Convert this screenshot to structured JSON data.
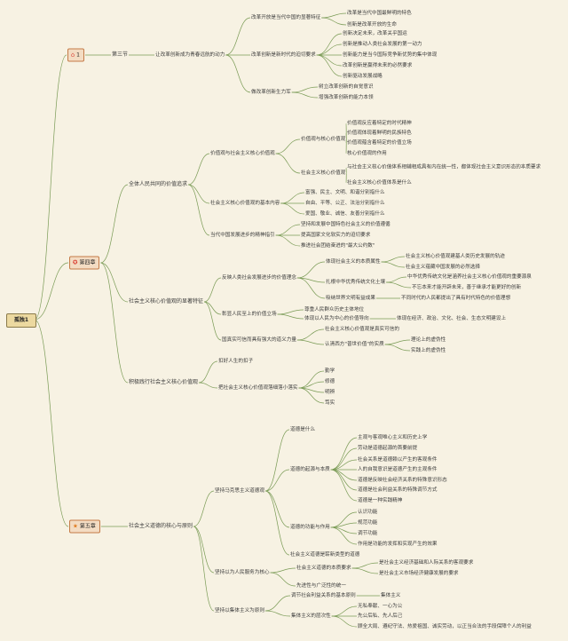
{
  "root": "孤独1",
  "branches": [
    {
      "label": "1",
      "icon": "⌂",
      "icon_name": "home-icon",
      "children": [
        {
          "label": "第三节",
          "children": [
            {
              "label": "让改革创新成为青春远航的动力",
              "children": [
                {
                  "label": "改革开放是当代中国的显著特征",
                  "children": [
                    {
                      "label": "改革是当代中国最鲜明的特色"
                    },
                    {
                      "label": "创新是改革开放的生命"
                    }
                  ]
                },
                {
                  "label": "改革创新是新时代的迫切要求",
                  "children": [
                    {
                      "label": "创新决定未来，改革关乎国运"
                    },
                    {
                      "label": "创新是推动人类社会发展的第一动力"
                    },
                    {
                      "label": "创新能力是当今国际竞争新优势的集中体现"
                    },
                    {
                      "label": "改革创新是赢得未来的必然要求"
                    },
                    {
                      "label": "创新驱动发展战略"
                    }
                  ]
                },
                {
                  "label": "做改革创新生力军",
                  "children": [
                    {
                      "label": "树立改革创新的自觉意识"
                    },
                    {
                      "label": "增强改革创新的能力本领"
                    }
                  ]
                }
              ]
            }
          ]
        }
      ]
    },
    {
      "label": "第四章",
      "icon": "✪",
      "icon_name": "chapter-badge-icon",
      "children": [
        {
          "label": "全体人民共同的价值追求",
          "children": [
            {
              "label": "价值观与社会主义核心价值观",
              "children": [
                {
                  "label": "价值观与核心价值观",
                  "children": [
                    {
                      "label": "价值观反应着特定的时代精神"
                    },
                    {
                      "label": "价值观体现着鲜明的民族特色"
                    },
                    {
                      "label": "价值观蕴含着特定的价值立场"
                    },
                    {
                      "label": "核心价值观的作用"
                    }
                  ]
                },
                {
                  "label": "社会主义核心价值观",
                  "children": [
                    {
                      "label": "与社会主义核心价值体系相辅相成具有内在统一性，都体现社会主义意识形态的本质要求",
                      "multi": true
                    },
                    {
                      "label": "社会主义核心价值体系是什么"
                    }
                  ]
                }
              ]
            },
            {
              "label": "社会主义核心价值观的基本内容",
              "children": [
                {
                  "label": "富强、民主、文明、和谐分别指什么"
                },
                {
                  "label": "自由、平等、公正、法治分别指什么"
                },
                {
                  "label": "爱国、敬业、诚信、友善分别指什么"
                }
              ]
            },
            {
              "label": "当代中国发展进步的精神指引",
              "children": [
                {
                  "label": "坚持和发展中国特色社会主义的价值遵循"
                },
                {
                  "label": "提高国家文化软实力的迫切要求"
                },
                {
                  "label": "推进社会团结奋进的\"最大公约数\""
                }
              ]
            }
          ]
        },
        {
          "label": "社会主义核心价值观的显著特征",
          "children": [
            {
              "label": "反映人类社会发展进步的价值理念",
              "children": [
                {
                  "label": "体现社会主义的本质属性",
                  "children": [
                    {
                      "label": "社会主义核心价值观建基人类历史发展的轨迹"
                    },
                    {
                      "label": "社会主义蕴藏中国发展的必然选择"
                    }
                  ]
                },
                {
                  "label": "扎根中华优秀传统文化土壤",
                  "children": [
                    {
                      "label": "中华优秀传统文化是涵养社会主义核心价值观的重要源泉"
                    },
                    {
                      "label": "不忘本来才能开辟未来，善于继承才能更好的创新"
                    }
                  ]
                },
                {
                  "label": "吸纳世界文明有益成果",
                  "children": [
                    {
                      "label": "不同时代的人民都提出了具有时代特色的价值理想"
                    }
                  ]
                }
              ]
            },
            {
              "label": "彰显人民至上的价值立场",
              "children": [
                {
                  "label": "尊重人民群众历史主体地位"
                },
                {
                  "label": "体现以人民为中心的价值导向",
                  "children": [
                    {
                      "label": "体现在经济、政治、文化、社会、生态文明建设上"
                    }
                  ]
                }
              ]
            },
            {
              "label": "国真实可信而具有强大的道义力量",
              "children": [
                {
                  "label": "社会主义核心价值观是真实可信的"
                },
                {
                  "label": "认清西方\"普世价值\"的实质",
                  "children": [
                    {
                      "label": "理论上的虚伪性"
                    },
                    {
                      "label": "实践上的虚伪性"
                    }
                  ]
                }
              ]
            }
          ]
        },
        {
          "label": "积极践行社会主义核心价值观",
          "children": [
            {
              "label": "扣好人生的扣子"
            },
            {
              "label": "把社会主义核心价值观落细落小落实",
              "children": [
                {
                  "label": "勤学"
                },
                {
                  "label": "修德"
                },
                {
                  "label": "明辨"
                },
                {
                  "label": "笃实"
                }
              ]
            }
          ]
        }
      ]
    },
    {
      "label": "第五章",
      "icon": "★",
      "icon_name": "star-icon",
      "children": [
        {
          "label": "社会主义道德的核心与原则",
          "children": [
            {
              "label": "坚持马克思主义道德观",
              "children": [
                {
                  "label": "道德是什么"
                },
                {
                  "label": "道德的起源与本质",
                  "children": [
                    {
                      "label": "劳动是道德起源的首要前提"
                    },
                    {
                      "label": "主观与客观唯心主义和历史上学"
                    },
                    {
                      "label": "社会关系是道德赖以产生的客观条件"
                    },
                    {
                      "label": "人的自我意识是道德产生的主观条件"
                    },
                    {
                      "label": "道德是反映社会经济关系的特殊意识形态"
                    },
                    {
                      "label": "道德是社会利益关系的特殊调节方式"
                    },
                    {
                      "label": "道德是一种实践精神"
                    }
                  ]
                },
                {
                  "label": "道德的功能与作用",
                  "children": [
                    {
                      "label": "认识功能"
                    },
                    {
                      "label": "规范功能"
                    },
                    {
                      "label": "调节功能"
                    },
                    {
                      "label": "作用是功能的发挥和实现产生的效果"
                    }
                  ]
                },
                {
                  "label": "社会主义道德是崭新类型的道德"
                }
              ]
            },
            {
              "label": "坚持以为人民服务为核心",
              "children": [
                {
                  "label": "社会主义道德的本质要求",
                  "children": [
                    {
                      "label": "是社会主义经济基础和人际关系的客观要求"
                    },
                    {
                      "label": "是社会主义市场经济健康发展的要求"
                    }
                  ]
                },
                {
                  "label": "先进性与广泛性的统一"
                }
              ]
            },
            {
              "label": "坚持以集体主义为原则",
              "children": [
                {
                  "label": "调节社会利益关系的基本原则",
                  "children": [
                    {
                      "label": "集体主义"
                    }
                  ]
                },
                {
                  "label": "集体主义的层次性",
                  "children": [
                    {
                      "label": "无私奉献、一心为公"
                    },
                    {
                      "label": "先公后私、先人后己"
                    },
                    {
                      "label": "顾全大局、遵纪守法、热爱祖国、诚实劳动，以正当合法的手段保障个人的利益"
                    }
                  ]
                }
              ]
            }
          ]
        }
      ]
    }
  ]
}
